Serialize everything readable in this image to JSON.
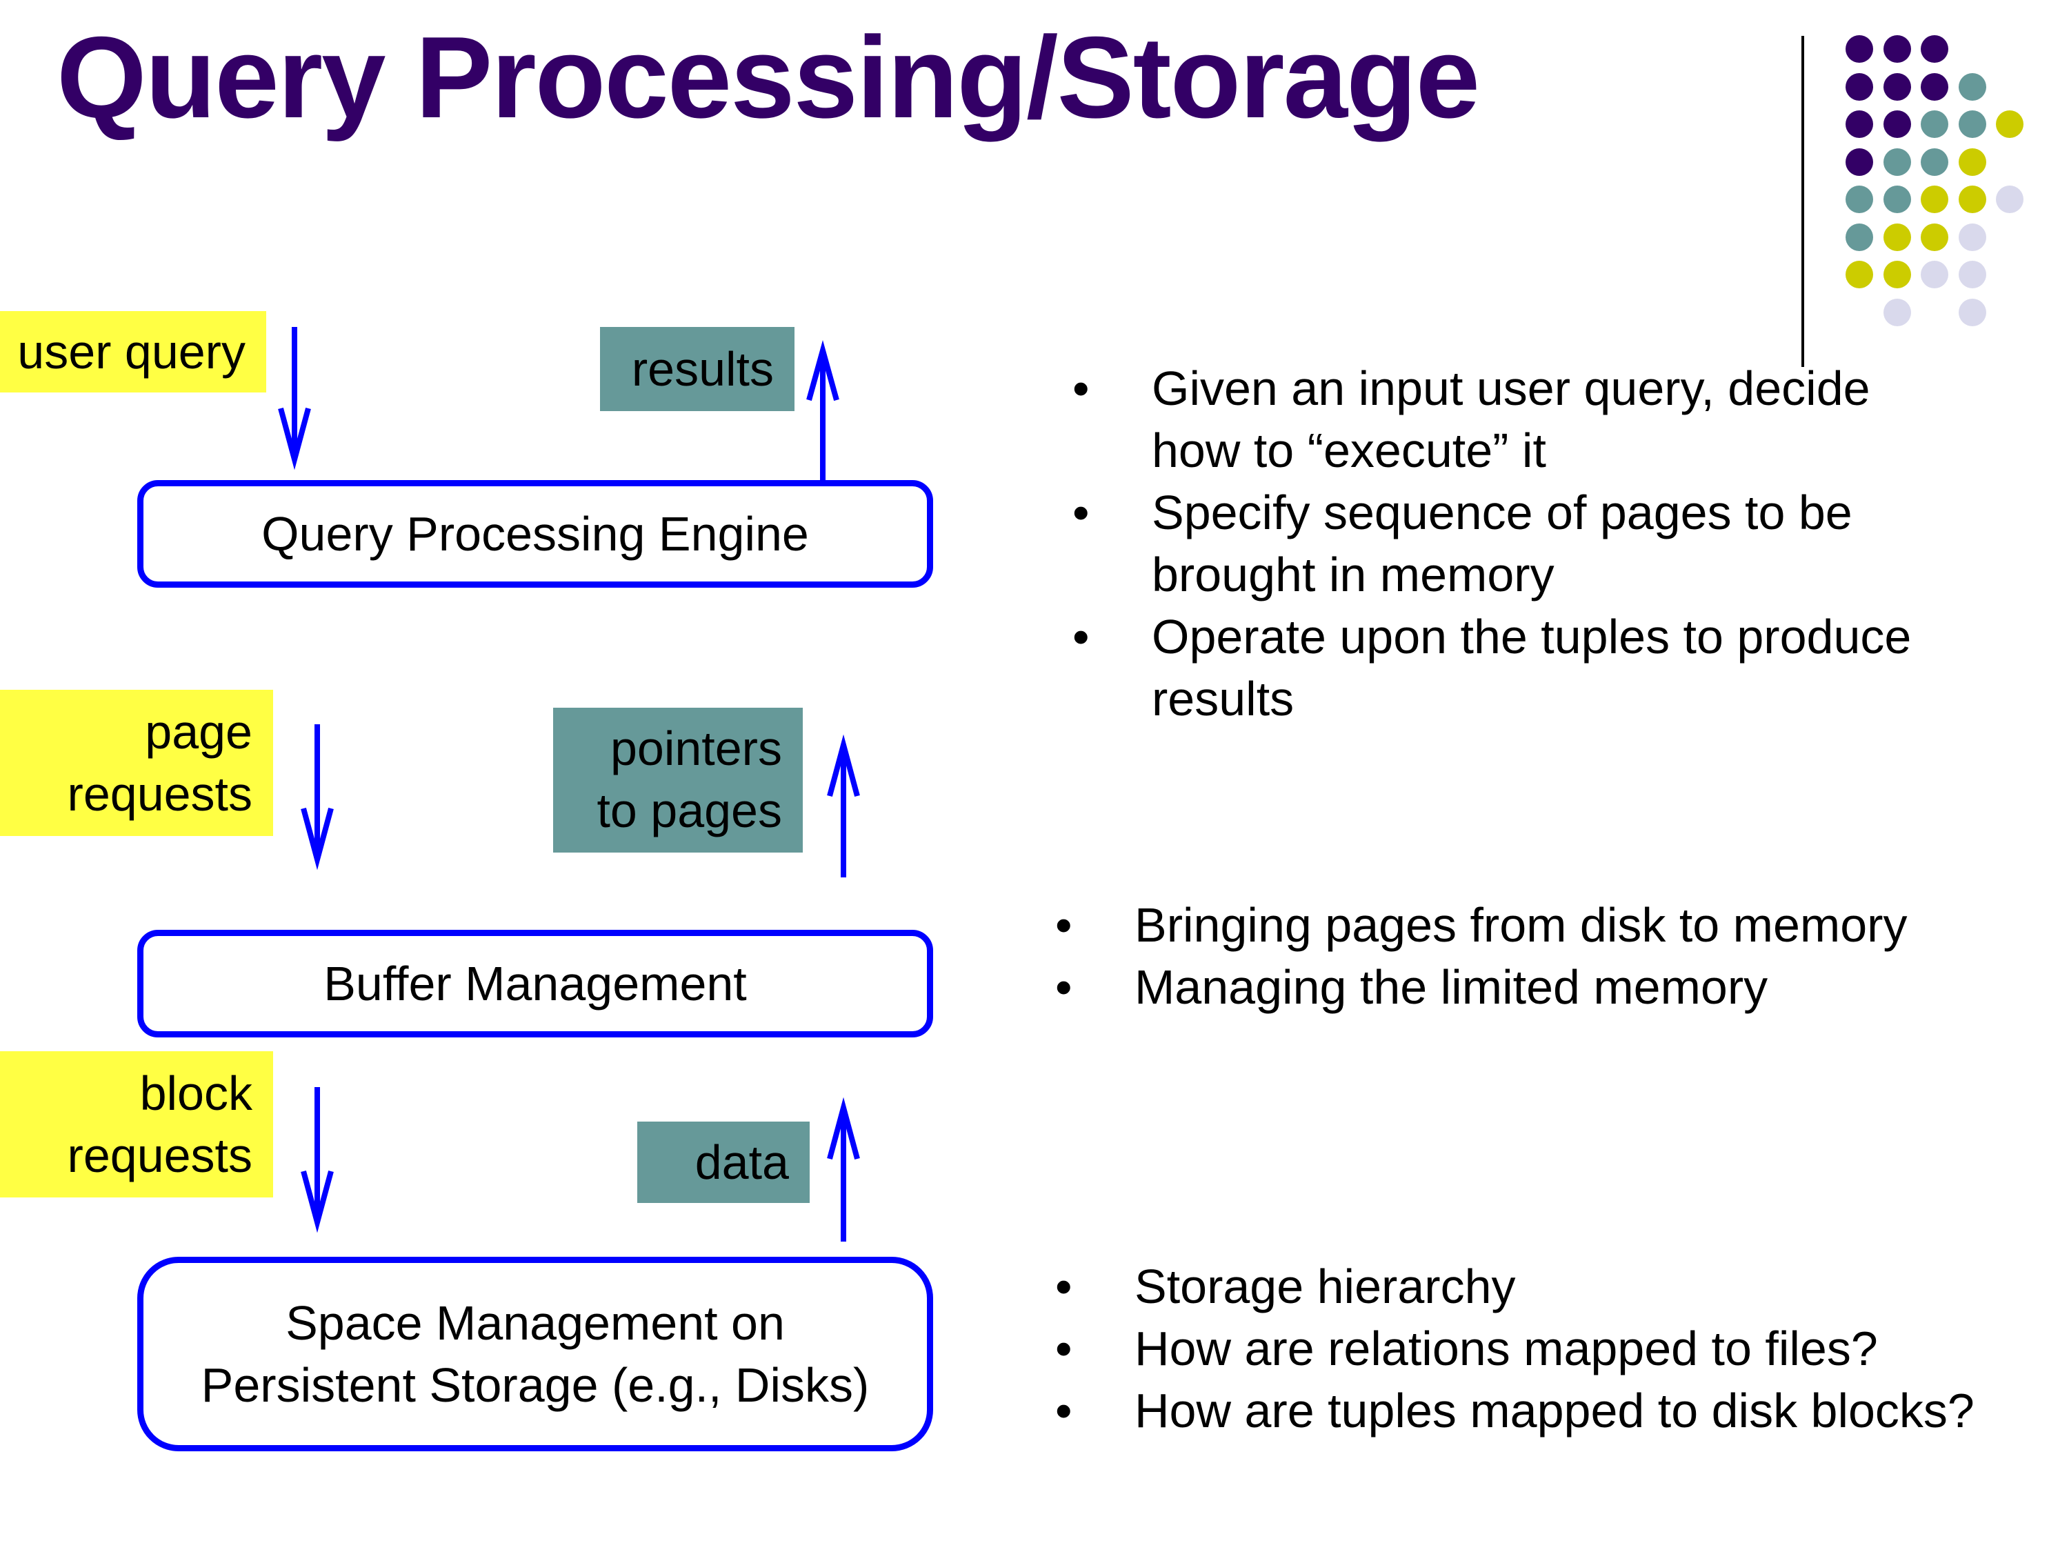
{
  "title": "Query Processing/Storage",
  "theme_colors": {
    "title": "#330066",
    "dots": [
      "#330066",
      "#669999",
      "#cccc00",
      "#d9d9ec"
    ],
    "flow_arrows": "#0000ff",
    "request_label_bg": "#ffff44",
    "response_label_bg": "#669999"
  },
  "layers": [
    {
      "name": "Query Processing Engine"
    },
    {
      "name": "Buffer Management"
    },
    {
      "name_line1": "Space Management on",
      "name_line2": "Persistent Storage (e.g., Disks)"
    }
  ],
  "requests": [
    {
      "line1": "user query"
    },
    {
      "line1": "page",
      "line2": "requests"
    },
    {
      "line1": "block",
      "line2": "requests"
    }
  ],
  "responses": [
    {
      "line1": "results"
    },
    {
      "line1": "pointers",
      "line2": "to pages"
    },
    {
      "line1": "data"
    }
  ],
  "notes": {
    "bullet_glyph": "•",
    "query_engine": [
      {
        "line1": "Given an input user query, decide",
        "line2": "how to “execute” it"
      },
      {
        "line1": "Specify sequence of pages to be",
        "line2": "brought in memory"
      },
      {
        "line1": "Operate upon the tuples to produce",
        "line2": "results"
      }
    ],
    "buffer": [
      {
        "line1": "Bringing pages from disk to memory"
      },
      {
        "line1": "Managing the limited memory"
      }
    ],
    "storage": [
      {
        "line1": "Storage hierarchy"
      },
      {
        "line1": "How are relations mapped to files?"
      },
      {
        "line1": "How are tuples mapped to disk blocks?"
      }
    ]
  }
}
